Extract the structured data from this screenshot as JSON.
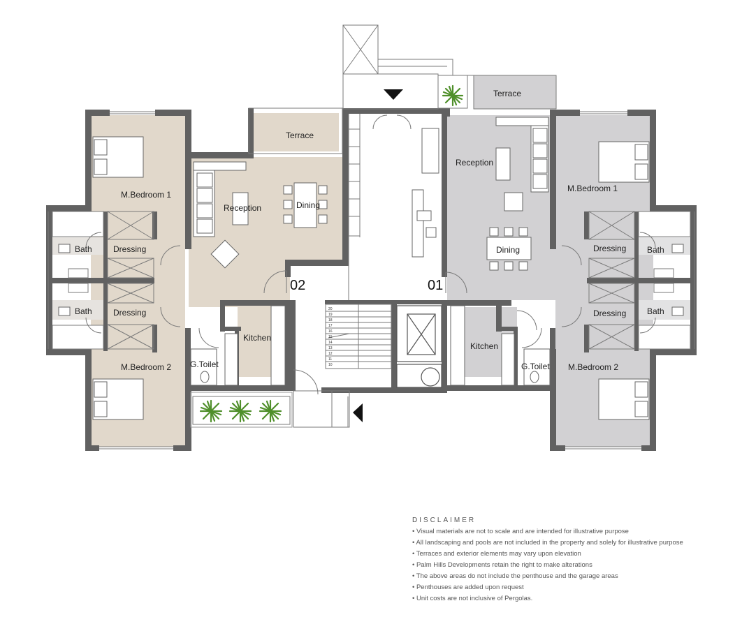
{
  "units": [
    {
      "number": "02"
    },
    {
      "number": "01"
    }
  ],
  "rooms": {
    "terrace_left": "Terrace",
    "terrace_right": "Terrace",
    "u2_master_bedroom_1": "M.Bedroom 1",
    "u2_master_bedroom_2": "M.Bedroom 2",
    "u2_reception": "Reception",
    "u2_dining": "Dining",
    "u2_dressing_1": "Dressing",
    "u2_dressing_2": "Dressing",
    "u2_bath_1": "Bath",
    "u2_bath_2": "Bath",
    "u2_kitchen": "Kitchen",
    "u2_guest_toilet": "G.Toilet",
    "u1_master_bedroom_1": "M.Bedroom 1",
    "u1_master_bedroom_2": "M.Bedroom 2",
    "u1_reception": "Reception",
    "u1_dining": "Dining",
    "u1_dressing_1": "Dressing",
    "u1_dressing_2": "Dressing",
    "u1_bath_1": "Bath",
    "u1_bath_2": "Bath",
    "u1_kitchen": "Kitchen",
    "u1_guest_toilet": "G.Toilet"
  },
  "stair_numbers": [
    "20",
    "19",
    "18",
    "17",
    "16",
    "15",
    "14",
    "13",
    "12",
    "11",
    "10"
  ],
  "colors": {
    "unit_02_fill": "#e1d8cb",
    "unit_01_fill": "#d2d1d3",
    "wall": "#616161",
    "plant": "#4f8f2a"
  },
  "disclaimer": {
    "title": "DISCLAIMER",
    "items": [
      "• Visual materials are not to scale and are intended for illustrative purpose",
      "• All landscaping and pools are not included in the property and solely for illustrative purpose",
      "• Terraces and exterior elements may vary upon elevation",
      "• Palm Hills Developments retain the right to make alterations",
      "• The above areas do not include the penthouse and the garage areas",
      "• Penthouses are added upon request",
      "• Unit costs are not inclusive of Pergolas."
    ]
  }
}
